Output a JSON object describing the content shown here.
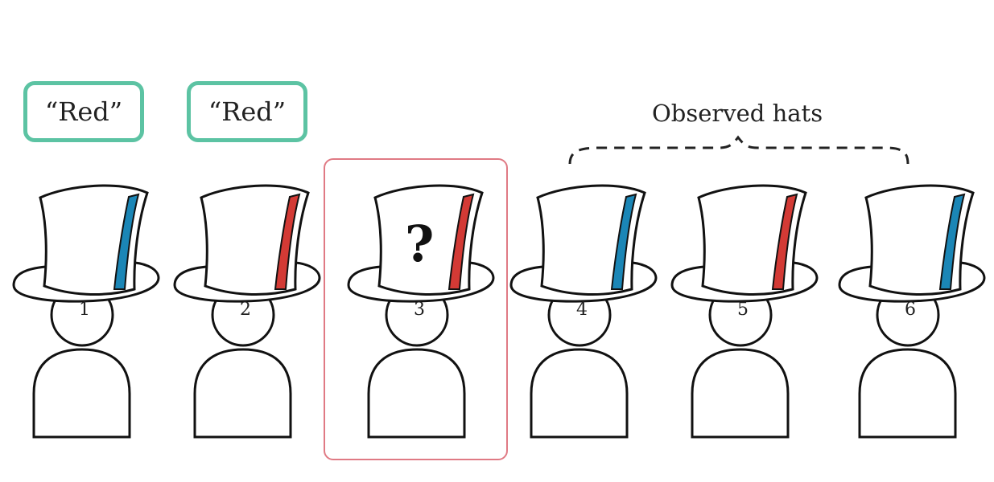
{
  "speech": [
    "“Red”",
    "“Red”"
  ],
  "observed_label": "Observed hats",
  "unknown_mark": "?",
  "colors": {
    "red": "#d33a35",
    "blue": "#1b86b6",
    "bubble_border": "#5cc3a3",
    "highlight_border": "#e07a84"
  },
  "people": [
    {
      "number": "1",
      "hat_color": "blue"
    },
    {
      "number": "2",
      "hat_color": "red"
    },
    {
      "number": "3",
      "hat_color": "red"
    },
    {
      "number": "4",
      "hat_color": "blue"
    },
    {
      "number": "5",
      "hat_color": "red"
    },
    {
      "number": "6",
      "hat_color": "blue"
    }
  ]
}
